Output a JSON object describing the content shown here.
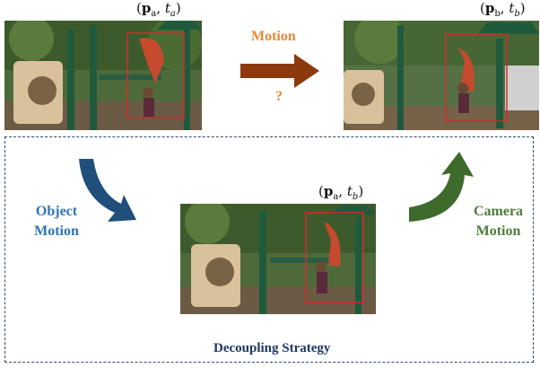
{
  "frame_a": {
    "label_bold": "p",
    "label_sub": "a",
    "label_t": "t",
    "label_tsub": "a"
  },
  "frame_b": {
    "label_bold": "p",
    "label_sub": "b",
    "label_t": "t",
    "label_tsub": "b"
  },
  "frame_mid": {
    "label_bold": "p",
    "label_sub": "a",
    "label_t": "t",
    "label_tsub": "b"
  },
  "motion": {
    "label": "Motion",
    "question": "?"
  },
  "object_motion": {
    "line1": "Object",
    "line2": "Motion"
  },
  "camera_motion": {
    "line1": "Camera",
    "line2": "Motion"
  },
  "strategy": {
    "label": "Decoupling Strategy"
  },
  "colors": {
    "motion": "#e8883a",
    "object": "#2e75b6",
    "camera": "#4e7d3a",
    "arrow_motion": "#8b3a0e",
    "box": "#d62b2b"
  }
}
